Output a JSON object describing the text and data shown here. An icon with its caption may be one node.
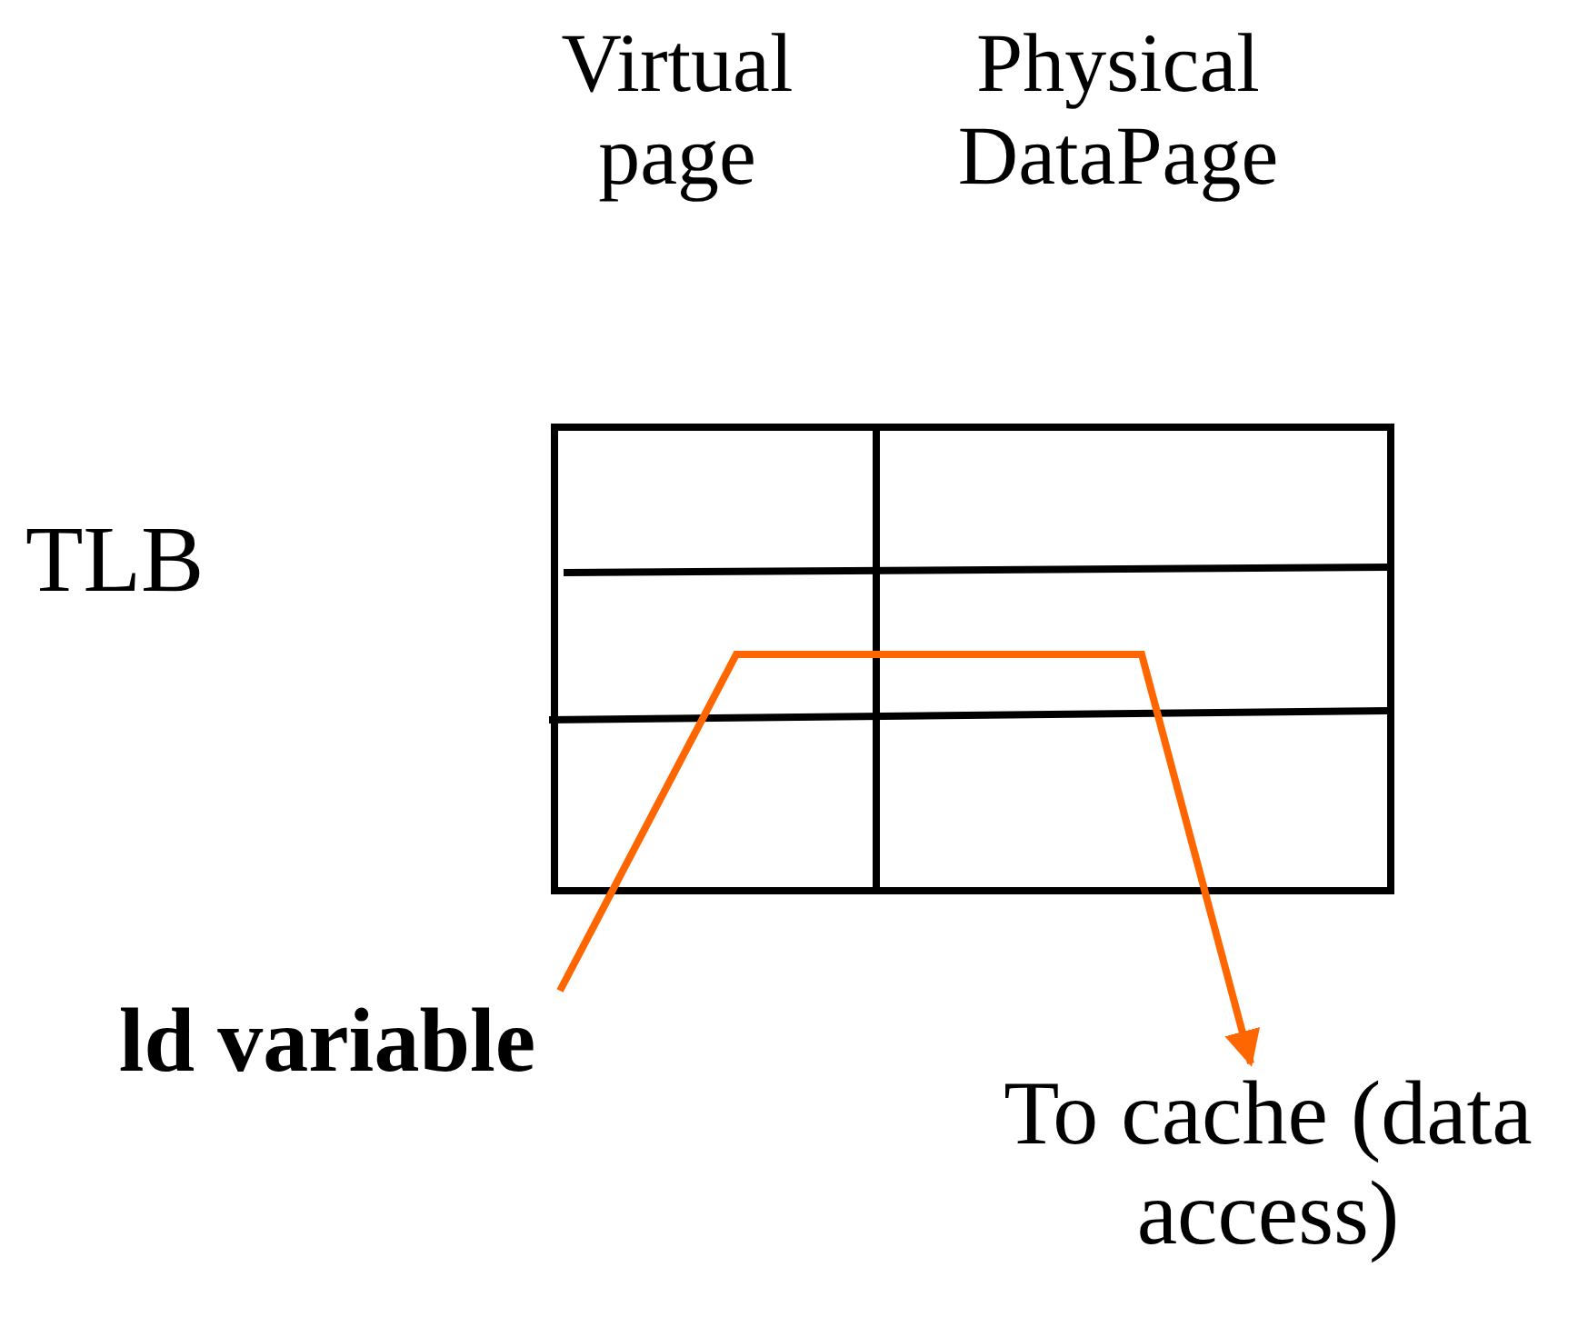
{
  "diagram": {
    "nodes": [
      {
        "text": [
          "ld variable"
        ]
      },
      {
        "text": [
          "To cache (data access)"
        ]
      }
    ],
    "edges": [
      {
        "from": 0,
        "to": 1,
        "arrow": "to",
        "color": "#ff6600"
      }
    ],
    "labels": [
      "Virtual page",
      "Physical DataPage",
      "TLB"
    ]
  }
}
